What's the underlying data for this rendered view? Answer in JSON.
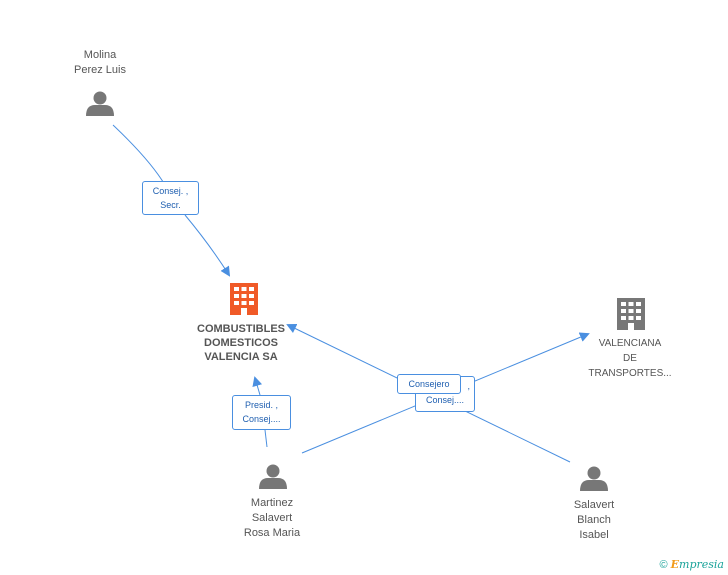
{
  "nodes": {
    "molina": {
      "line1": "Molina",
      "line2": "Perez Luis"
    },
    "company_main": {
      "line1": "COMBUSTIBLES",
      "line2": "DOMESTICOS",
      "line3": "VALENCIA SA"
    },
    "valenciana": {
      "line1": "VALENCIANA",
      "line2": "DE",
      "line3": "TRANSPORTES..."
    },
    "martinez": {
      "line1": "Martinez",
      "line2": "Salavert",
      "line3": "Rosa Maria"
    },
    "salavert": {
      "line1": "Salavert",
      "line2": "Blanch",
      "line3": "Isabel"
    }
  },
  "edges": {
    "molina_to_main": {
      "line1": "Consej. ,",
      "line2": "Secr."
    },
    "martinez_to_main": {
      "line1": "Presid. ,",
      "line2": "Consej...."
    },
    "salavert_back": {
      "line1": ",",
      "line2": "Consej...."
    },
    "salavert_front": {
      "line1": "Consejero"
    }
  },
  "colors": {
    "edge": "#4a8fe0",
    "person_icon": "#777777",
    "company_main_icon": "#f05a28",
    "company_other_icon": "#777777"
  },
  "footer": {
    "copyright_symbol": "©",
    "brand_e": "E",
    "brand_rest": "mpresia"
  }
}
